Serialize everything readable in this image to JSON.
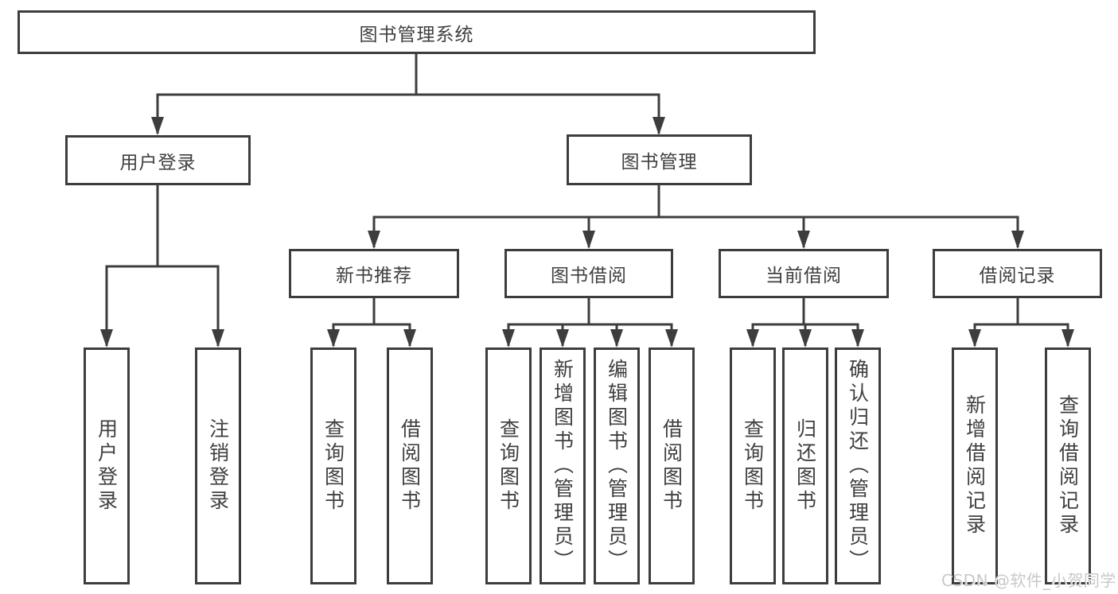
{
  "root": {
    "label": "图书管理系统"
  },
  "branches": {
    "user": {
      "label": "用户登录",
      "leaves": [
        {
          "label": "用户登录"
        },
        {
          "label": "注销登录"
        }
      ]
    },
    "book": {
      "label": "图书管理",
      "sections": [
        {
          "label": "新书推荐",
          "leaves": [
            {
              "label": "查询图书"
            },
            {
              "label": "借阅图书"
            }
          ]
        },
        {
          "label": "图书借阅",
          "leaves": [
            {
              "label": "查询图书"
            },
            {
              "label": "新增图书（管理员）"
            },
            {
              "label": "编辑图书（管理员）"
            },
            {
              "label": "借阅图书"
            }
          ]
        },
        {
          "label": "当前借阅",
          "leaves": [
            {
              "label": "查询图书"
            },
            {
              "label": "归还图书"
            },
            {
              "label": "确认归还（管理员）"
            }
          ]
        },
        {
          "label": "借阅记录",
          "leaves": [
            {
              "label": "新增借阅记录"
            },
            {
              "label": "查询借阅记录"
            }
          ]
        }
      ]
    }
  },
  "watermark": {
    "text": "CSDN @软件_小贺同学"
  },
  "colors": {
    "line": "#3d3d3d",
    "box_border": "#3d3d3d",
    "text": "#3f3f3f",
    "background": "#ffffff",
    "watermark": "#c8c8c8"
  }
}
